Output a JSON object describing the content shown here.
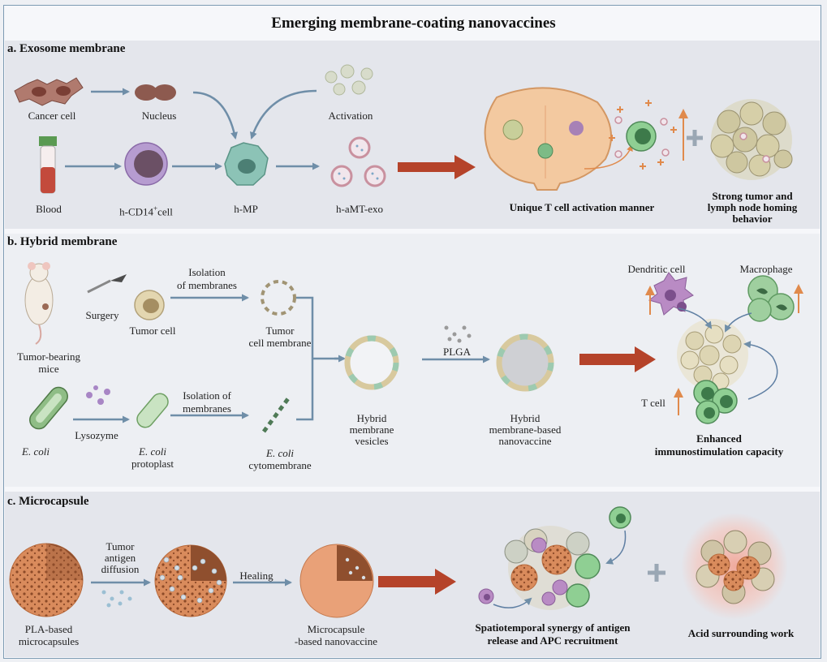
{
  "title": "Emerging membrane-coating nanovaccines",
  "sections": {
    "exosome": {
      "heading": "a. Exosome membrane",
      "labels": {
        "cancer_cell": "Cancer cell",
        "nucleus": "Nucleus",
        "activation": "Activation",
        "blood": "Blood",
        "cd14_prefix": "h-CD14",
        "cd14_sup": "+",
        "cd14_suffix": "cell",
        "hmp": "h-MP",
        "haexo": "h-aMT-exo"
      },
      "outcomes": {
        "tcell": "Unique T cell activation manner",
        "homing_line1": "Strong tumor and",
        "homing_line2": "lymph node homing",
        "homing_line3": "behavior"
      }
    },
    "hybrid": {
      "heading": "b. Hybrid membrane",
      "labels": {
        "mice_line1": "Tumor-bearing",
        "mice_line2": "mice",
        "surgery": "Surgery",
        "tumor_cell": "Tumor cell",
        "isolation1_line1": "Isolation",
        "isolation1_line2": "of membranes",
        "tumor_membrane_line1": "Tumor",
        "tumor_membrane_line2": "cell membrane",
        "ecoli": "E. coli",
        "lysozyme": "Lysozyme",
        "protoplast_italic": "E. coli",
        "protoplast_line2": "protoplast",
        "isolation2_line1": "Isolation of",
        "isolation2_line2": "membranes",
        "cyto_italic": "E. coli",
        "cyto_line2": "cytomembrane",
        "vesicles_line1": "Hybrid",
        "vesicles_line2": "membrane",
        "vesicles_line3": "vesicles",
        "plga": "PLGA",
        "nanovaccine_line1": "Hybrid",
        "nanovaccine_line2": "membrane-based",
        "nanovaccine_line3": "nanovaccine",
        "dendritic": "Dendritic cell",
        "macrophage": "Macrophage",
        "tcell": "T cell"
      },
      "outcomes": {
        "line1": "Enhanced",
        "line2": "immunostimulation capacity"
      }
    },
    "microcapsule": {
      "heading": "c. Microcapsule",
      "labels": {
        "pla_line1": "PLA-based",
        "pla_line2": "microcapsules",
        "antigen_line1": "Tumor",
        "antigen_line2": "antigen",
        "antigen_line3": "diffusion",
        "healing": "Healing",
        "micro_line1": "Microcapsule",
        "micro_line2": "-based nanovaccine"
      },
      "outcomes": {
        "synergy_line1": "Spatiotemporal synergy of antigen",
        "synergy_line2": "release and APC recruitment",
        "acid": "Acid surrounding work"
      }
    }
  },
  "colors": {
    "arrow_blue": "#6f8ea8",
    "arrow_red": "#b5432a",
    "section_bg": "#e4e6ec",
    "frame_border": "#7d9bb3",
    "orange_accent": "#e08a4c",
    "green_cell": "#7dbb86",
    "purple_cell": "#a781b6"
  },
  "icons": [
    "cancer-cell-icon",
    "nucleus-icon",
    "blood-tube-icon",
    "monocyte-icon",
    "macrophage-icon",
    "exosome-icon",
    "lymph-node-icon",
    "mouse-icon",
    "scalpel-icon",
    "bacterium-icon",
    "vesicle-icon",
    "microcapsule-icon",
    "plus-icon",
    "up-arrow-icon"
  ]
}
